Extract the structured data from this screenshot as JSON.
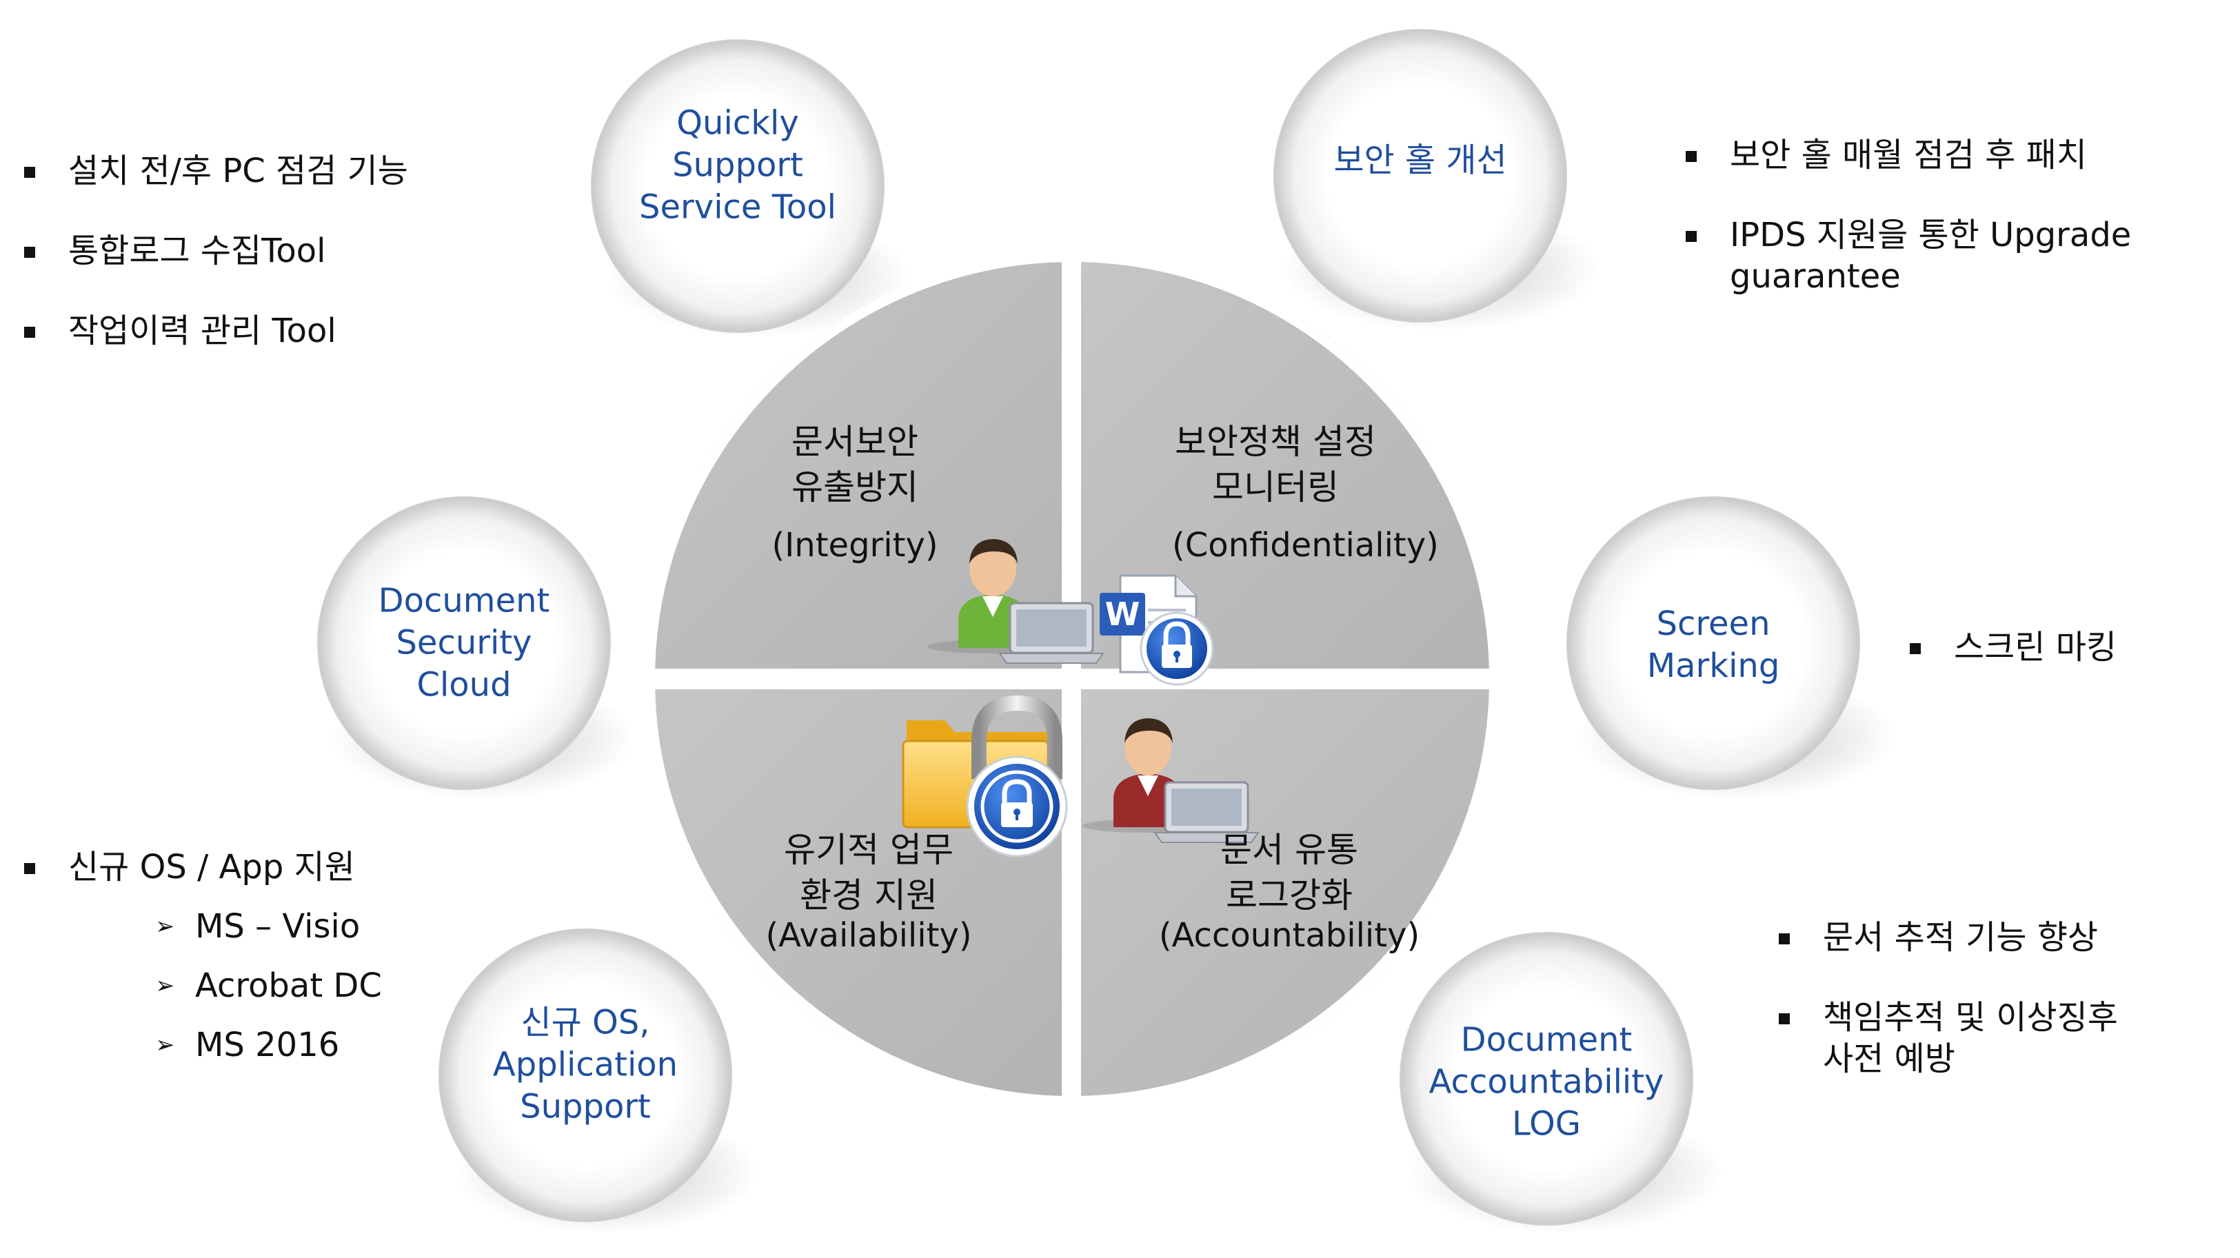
{
  "quadrants": {
    "top_left": {
      "line1": "문서보안",
      "line2": "유출방지",
      "sub": "(Integrity)"
    },
    "top_right": {
      "line1": "보안정책 설정",
      "line2": "모니터링",
      "sub": "(Confidentiality)"
    },
    "bottom_left": {
      "line1": "유기적 업무",
      "line2": "환경 지원",
      "sub": "(Availability)"
    },
    "bottom_right": {
      "line1": "문서 유통",
      "line2": "로그강화",
      "sub": "(Accountability)"
    }
  },
  "bubbles": {
    "quickly_support": [
      "Quickly",
      "Support",
      "Service Tool"
    ],
    "security_hole": [
      "보안 홀 개선"
    ],
    "document_security_cloud": [
      "Document",
      "Security",
      "Cloud"
    ],
    "screen_marking": [
      "Screen",
      "Marking"
    ],
    "new_os_support": [
      "신규 OS,",
      "Application",
      "Support"
    ],
    "accountability_log": [
      "Document",
      "Accountability",
      "LOG"
    ]
  },
  "lists": {
    "top_left": [
      "설치 전/후 PC 점검 기능",
      "통합로그 수집Tool",
      "작업이력 관리 Tool"
    ],
    "top_right": [
      "보안 홀 매월 점검 후 패치",
      "IPDS 지원을 통한 Upgrade",
      "guarantee"
    ],
    "screen_marking": [
      "스크린 마킹"
    ],
    "bottom_left": {
      "main": "신규 OS / App 지원",
      "sub_items": [
        "MS – Visio",
        "Acrobat DC",
        "MS 2016"
      ],
      "arrow_glyph": "➢"
    },
    "bottom_right": [
      "문서 추적 기능 향상",
      "책임추적 및 이상징후",
      "사전 예방"
    ]
  },
  "icons": {
    "word_badge": "W"
  },
  "colors": {
    "bubble_text": "#1f4e9c",
    "quadrant_fill": "#bcbcbc",
    "quadrant_border": "#ffffff",
    "lock_blue": "#1a54b8"
  }
}
